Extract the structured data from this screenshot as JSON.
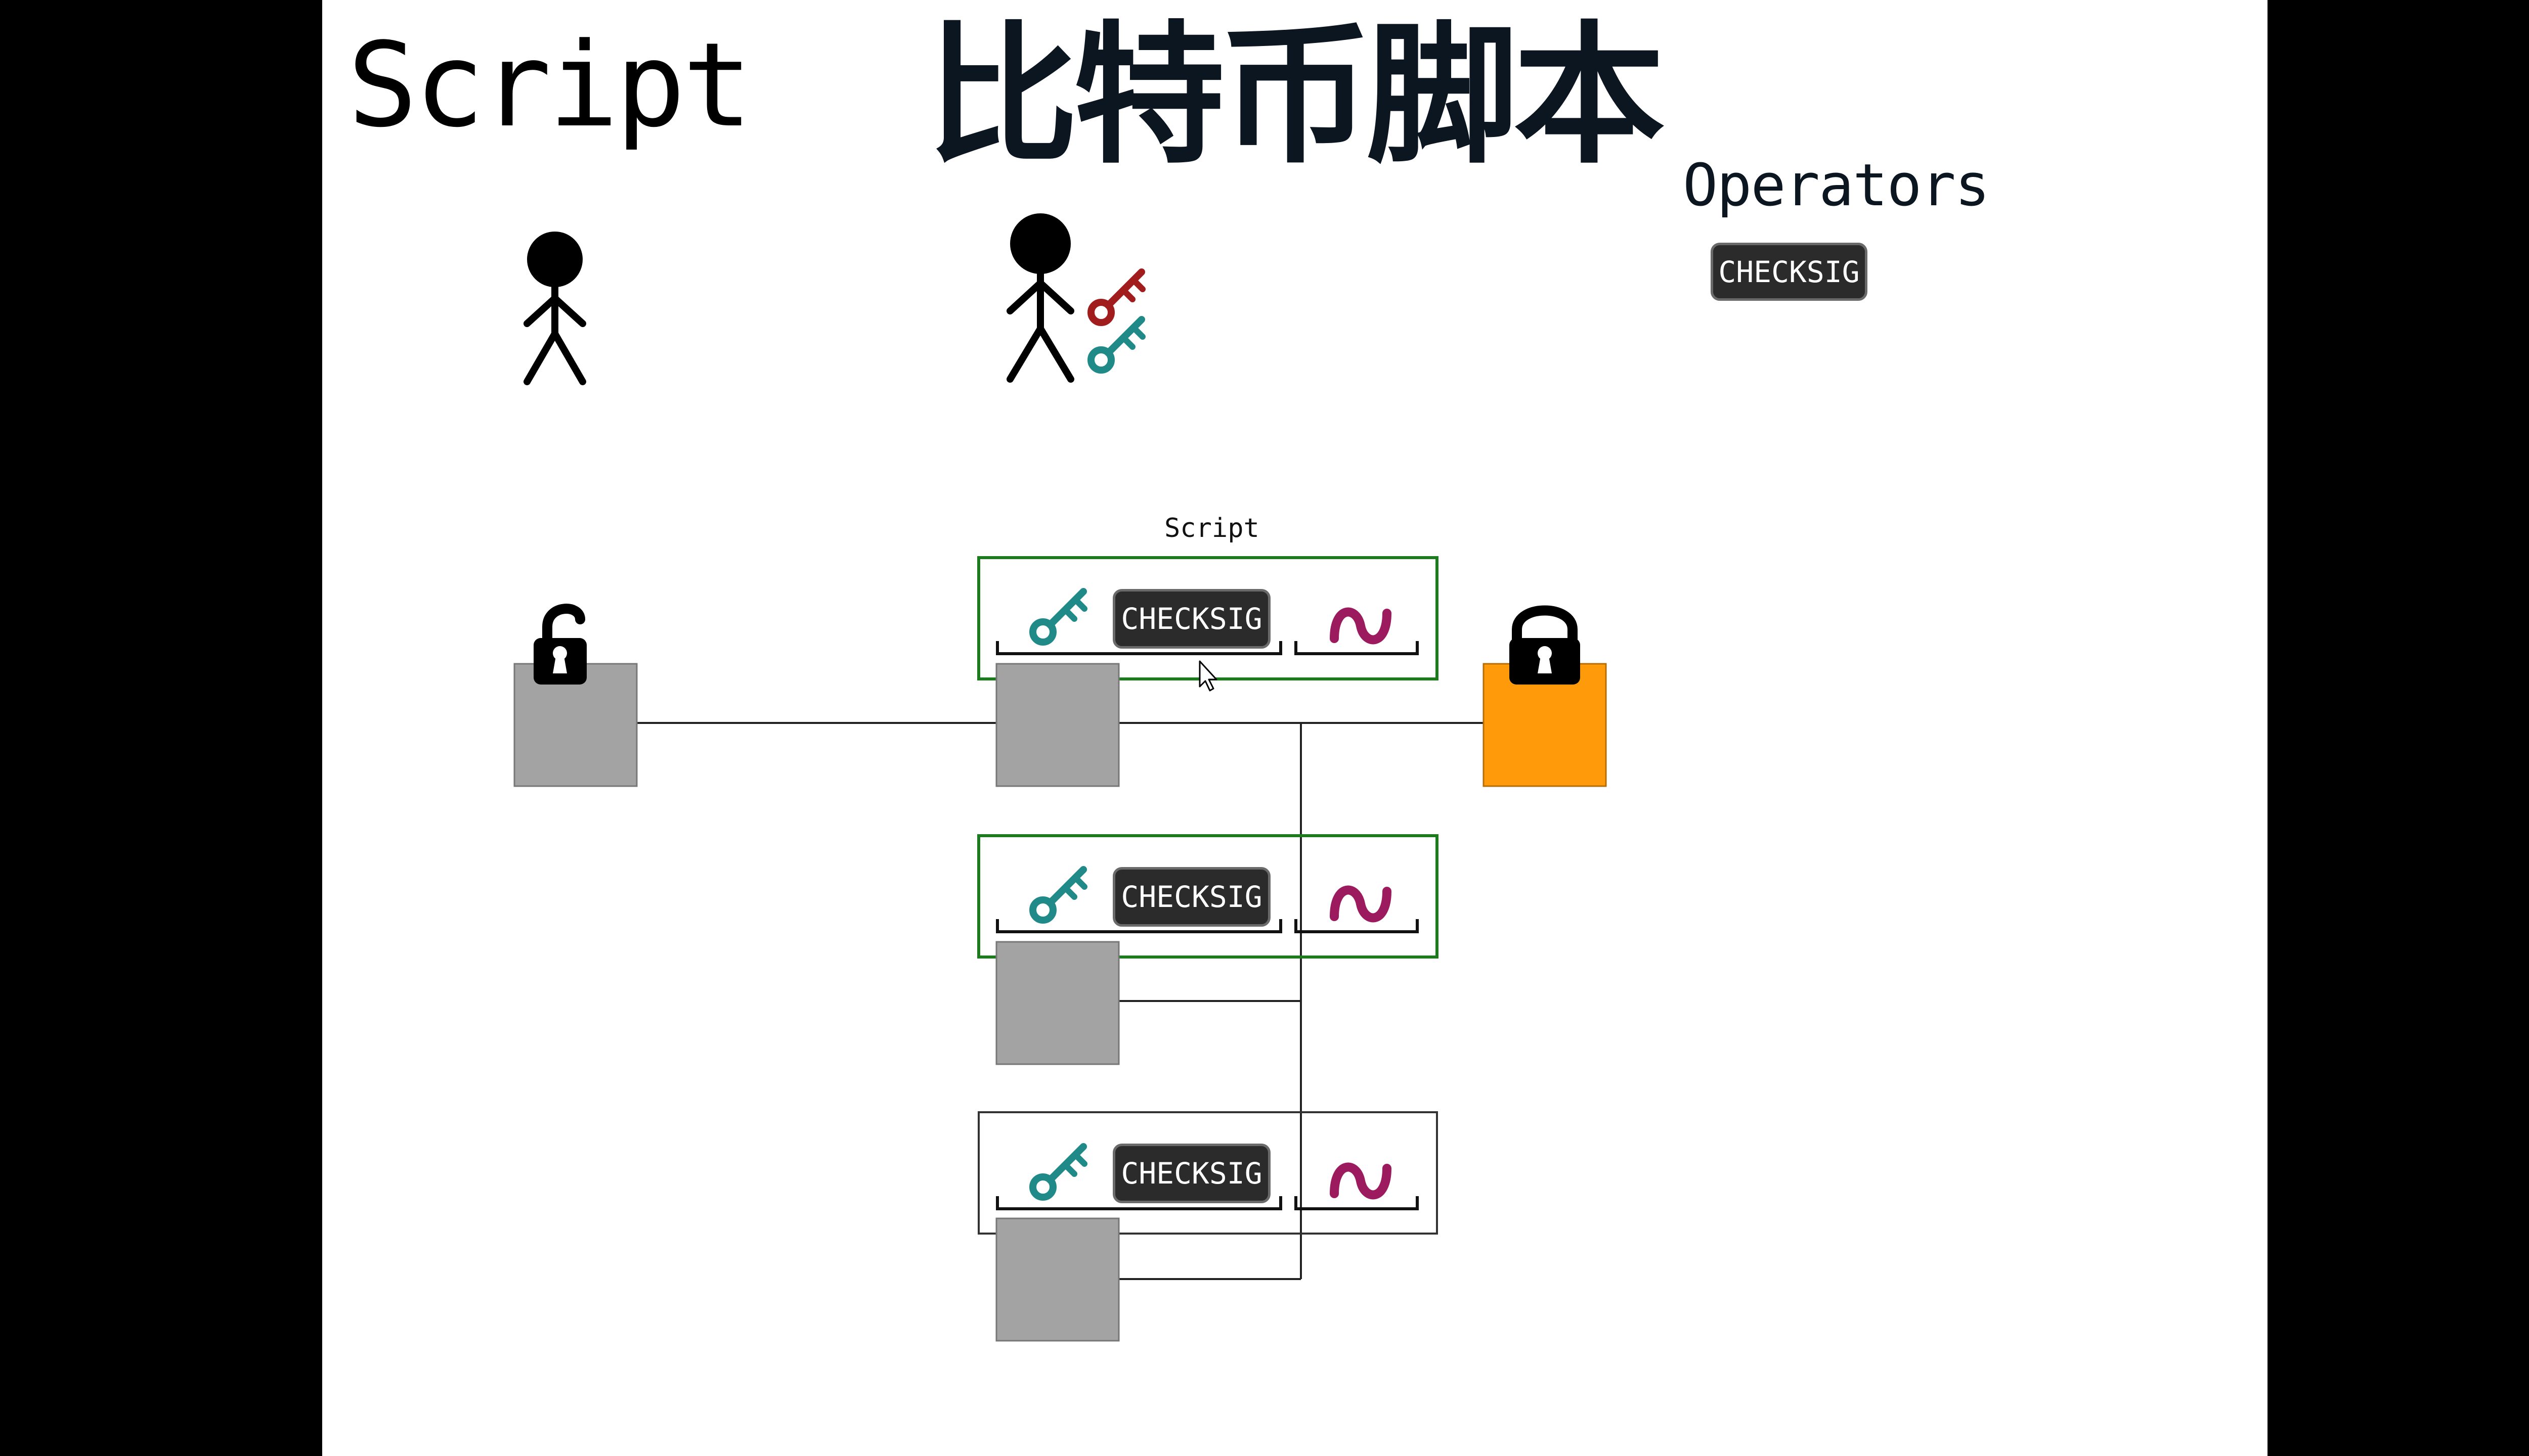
{
  "header": {
    "title": "Script",
    "chinese_title": "比特币脚本"
  },
  "operators": {
    "label": "Operators",
    "items": [
      "CHECKSIG"
    ]
  },
  "diagram": {
    "script_label": "Script",
    "rows": [
      {
        "op": "CHECKSIG",
        "border_color": "#1e7a1e"
      },
      {
        "op": "CHECKSIG",
        "border_color": "#1e7a1e"
      },
      {
        "op": "CHECKSIG",
        "border_color": "#333333"
      }
    ]
  },
  "colors": {
    "key_teal": "#1f8a87",
    "key_red": "#a11d1d",
    "signature": "#9c1b5e",
    "lock_orange": "#ff9a0a",
    "box_gray": "#a3a3a3",
    "button_dark": "#2b2b2b",
    "script_border_green": "#1e7a1e"
  },
  "icons": [
    "stick-figure-icon",
    "key-icon",
    "padlock-open-icon",
    "padlock-closed-icon",
    "signature-icon",
    "cursor-icon"
  ]
}
